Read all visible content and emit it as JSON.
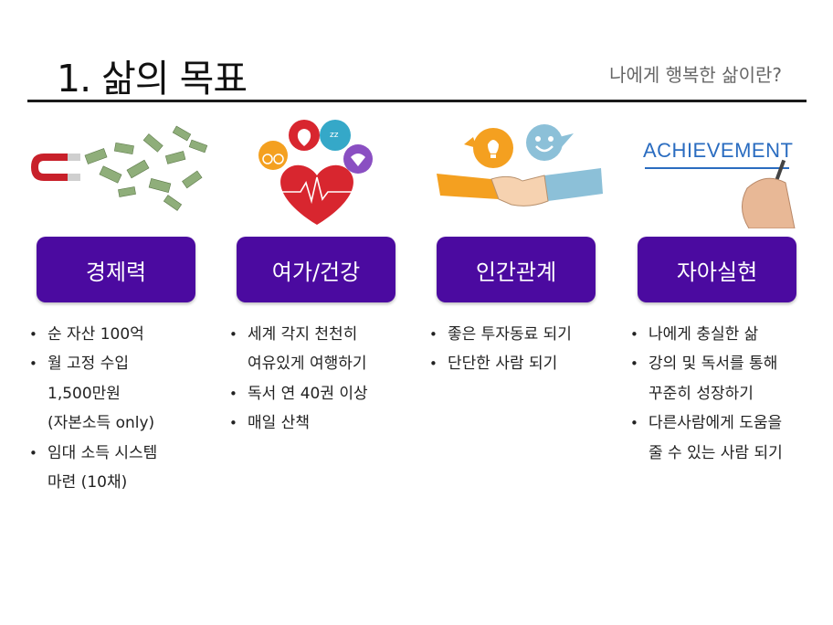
{
  "title": "1. 삶의 목표",
  "subtitle": "나에게 행복한 삶이란?",
  "columns": [
    {
      "label": "경제력",
      "image": "money-magnet-illustration",
      "bullets": [
        {
          "lines": [
            "순 자산 100억"
          ]
        },
        {
          "lines": [
            "월 고정 수입",
            "1,500만원",
            "(자본소득 only)"
          ]
        },
        {
          "lines": [
            "임대 소득 시스템",
            "마련 (10채)"
          ]
        }
      ]
    },
    {
      "label": "여가/건강",
      "image": "heart-health-icons-illustration",
      "bullets": [
        {
          "lines": [
            "세계 각지 천천히",
            "여유있게 여행하기"
          ]
        },
        {
          "lines": [
            "독서 연 40권 이상"
          ]
        },
        {
          "lines": [
            "매일 산책"
          ]
        }
      ]
    },
    {
      "label": "인간관계",
      "image": "handshake-illustration",
      "bullets": [
        {
          "lines": [
            "좋은 투자동료 되기"
          ]
        },
        {
          "lines": [
            "단단한 사람 되기"
          ]
        }
      ]
    },
    {
      "label": "자아실현",
      "image": "achievement-writing-illustration",
      "achievement_text": "ACHIEVEMENT",
      "bullets": [
        {
          "lines": [
            "나에게 충실한 삶"
          ]
        },
        {
          "lines": [
            "강의 및 독서를 통해",
            "꾸준히 성장하기"
          ]
        },
        {
          "lines": [
            "다른사람에게 도움을",
            "줄 수 있는 사람 되기"
          ]
        }
      ]
    }
  ],
  "colors": {
    "button": "#4b0aa0",
    "rule": "#1a1a1a"
  }
}
